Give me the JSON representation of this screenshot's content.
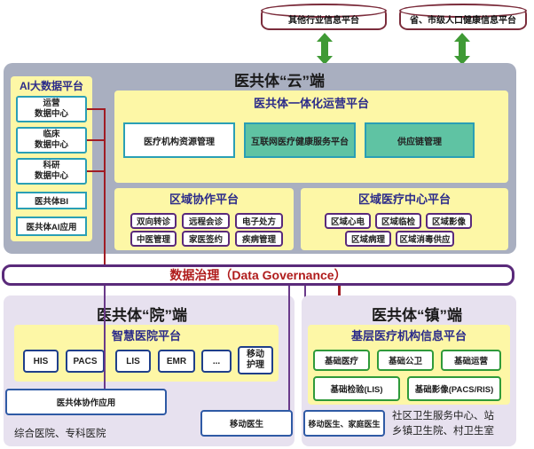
{
  "external": {
    "left": "其他行业信息平台",
    "right": "省、市级人口健康信息平台"
  },
  "cloud": {
    "title": "医共体“云”端",
    "ai_platform": {
      "title": "AI大数据平台",
      "data_centers": [
        {
          "line1": "运营",
          "line2": "数据中心"
        },
        {
          "line1": "临床",
          "line2": "数据中心"
        },
        {
          "line1": "科研",
          "line2": "数据中心"
        }
      ],
      "bi": "医共体BI",
      "ai_app": "医共体AI应用"
    },
    "ops_platform": {
      "title": "医共体一体化运营平台",
      "items": [
        "医疗机构资源管理",
        "互联网医疗健康服务平台",
        "供应链管理"
      ]
    },
    "collab_platform": {
      "title": "区域协作平台",
      "items": [
        "双向转诊",
        "远程会诊",
        "电子处方",
        "中医管理",
        "家医签约",
        "疾病管理"
      ]
    },
    "regional_center": {
      "title": "区域医疗中心平台",
      "items": [
        "区域心电",
        "区域临检",
        "区域影像",
        "区域病理",
        "区域消毒供应"
      ]
    }
  },
  "governance": {
    "label": "数据治理（Data Governance）"
  },
  "hospital": {
    "title": "医共体“院”端",
    "platform_title": "智慧医院平台",
    "systems": [
      "HIS",
      "PACS",
      "LIS",
      "EMR",
      "...",
      "移动护理"
    ],
    "collab_app": "医共体协作应用",
    "mobile_doctor": "移动医生",
    "footer": "综合医院、专科医院"
  },
  "town": {
    "title": "医共体“镇”端",
    "platform_title": "基层医疗机构信息平台",
    "row1": [
      "基础医疗",
      "基础公卫",
      "基础运营"
    ],
    "row2": [
      "基础检验(LIS)",
      "基础影像(PACS/RIS)"
    ],
    "mobile_app": "移动医生、家庭医生",
    "footer_line1": "社区卫生服务中心、站",
    "footer_line2": "乡镇卫生院、村卫生室"
  }
}
